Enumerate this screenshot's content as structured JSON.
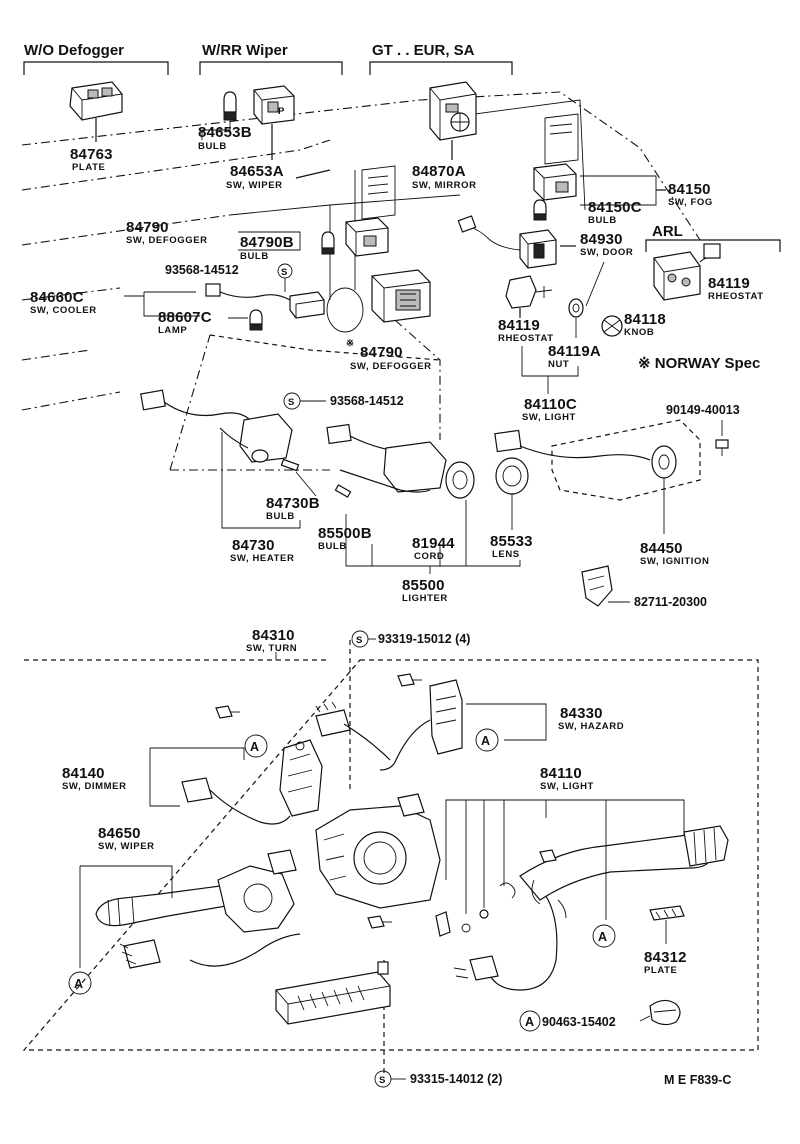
{
  "headers": {
    "wo_defogger": "W/O Defogger",
    "wrr_wiper": "W/RR Wiper",
    "gt_eur_sa": "GT . . EUR, SA",
    "arl": "ARL",
    "norway": "※ NORWAY Spec"
  },
  "parts": [
    {
      "id": "84763",
      "pn": "84763",
      "desc": "PLATE"
    },
    {
      "id": "84653B",
      "pn": "84653B",
      "desc": "BULB"
    },
    {
      "id": "84653A",
      "pn": "84653A",
      "desc": "SW, WIPER"
    },
    {
      "id": "84870A",
      "pn": "84870A",
      "desc": "SW, MIRROR"
    },
    {
      "id": "84150",
      "pn": "84150",
      "desc": "SW, FOG"
    },
    {
      "id": "84150C",
      "pn": "84150C",
      "desc": "BULB"
    },
    {
      "id": "84790a",
      "pn": "84790",
      "desc": "SW, DEFOGGER"
    },
    {
      "id": "84790B",
      "pn": "84790B",
      "desc": "BULB"
    },
    {
      "id": "84930",
      "pn": "84930",
      "desc": "SW, DOOR"
    },
    {
      "id": "84119a",
      "pn": "84119",
      "desc": "RHEOSTAT"
    },
    {
      "id": "84660C",
      "pn": "84660C",
      "desc": "SW, COOLER"
    },
    {
      "id": "88607C",
      "pn": "88607C",
      "desc": "LAMP"
    },
    {
      "id": "84118",
      "pn": "84118",
      "desc": "KNOB"
    },
    {
      "id": "84119b",
      "pn": "84119",
      "desc": "RHEOSTAT"
    },
    {
      "id": "84119A",
      "pn": "84119A",
      "desc": "NUT"
    },
    {
      "id": "84790b",
      "pn": "84790",
      "desc": "SW, DEFOGGER"
    },
    {
      "id": "84110C",
      "pn": "84110C",
      "desc": "SW, LIGHT"
    },
    {
      "id": "84730B",
      "pn": "84730B",
      "desc": "BULB"
    },
    {
      "id": "84730",
      "pn": "84730",
      "desc": "SW, HEATER"
    },
    {
      "id": "85500B",
      "pn": "85500B",
      "desc": "BULB"
    },
    {
      "id": "81944",
      "pn": "81944",
      "desc": "CORD"
    },
    {
      "id": "85533",
      "pn": "85533",
      "desc": "LENS"
    },
    {
      "id": "85500",
      "pn": "85500",
      "desc": "LIGHTER"
    },
    {
      "id": "84450",
      "pn": "84450",
      "desc": "SW, IGNITION"
    },
    {
      "id": "84310",
      "pn": "84310",
      "desc": "SW, TURN"
    },
    {
      "id": "84330",
      "pn": "84330",
      "desc": "SW, HAZARD"
    },
    {
      "id": "84140",
      "pn": "84140",
      "desc": "SW, DIMMER"
    },
    {
      "id": "84110",
      "pn": "84110",
      "desc": "SW, LIGHT"
    },
    {
      "id": "84650",
      "pn": "84650",
      "desc": "SW, WIPER"
    },
    {
      "id": "84312",
      "pn": "84312",
      "desc": "PLATE"
    }
  ],
  "std_parts": {
    "s1": "93568-14512",
    "s2": "93568-14512",
    "s3": "90149-40013",
    "s4": "82711-20300",
    "s5": "93319-15012 (4)",
    "s6": "90463-15402",
    "s7": "93315-14012 (2)"
  },
  "markers": {
    "s": "S",
    "a": "A",
    "star": "※"
  },
  "footer": {
    "code": "M E F839-C"
  }
}
